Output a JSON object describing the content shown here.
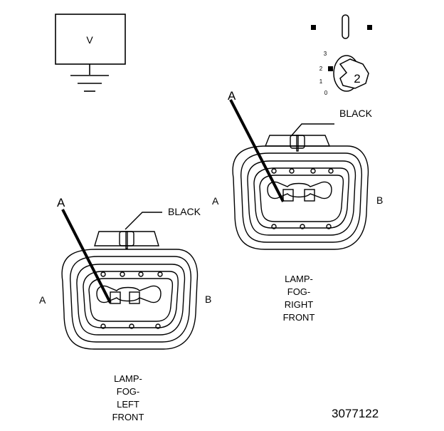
{
  "meter": {
    "symbol": "V",
    "selector_positions": [
      "3",
      "2",
      "1",
      "0"
    ],
    "selector_value": "2"
  },
  "right_connector": {
    "pin_label": "A",
    "color_label": "BLACK",
    "side_a": "A",
    "side_b": "B",
    "caption_lines": [
      "LAMP-",
      "FOG-",
      "RIGHT",
      "FRONT"
    ]
  },
  "left_connector": {
    "pin_label": "A",
    "color_label": "BLACK",
    "side_a": "A",
    "side_b": "B",
    "caption_lines": [
      "LAMP-",
      "FOG-",
      "LEFT",
      "FRONT"
    ]
  },
  "figure_number": "3077122",
  "colors": {
    "ink": "#000000",
    "background": "#ffffff"
  }
}
